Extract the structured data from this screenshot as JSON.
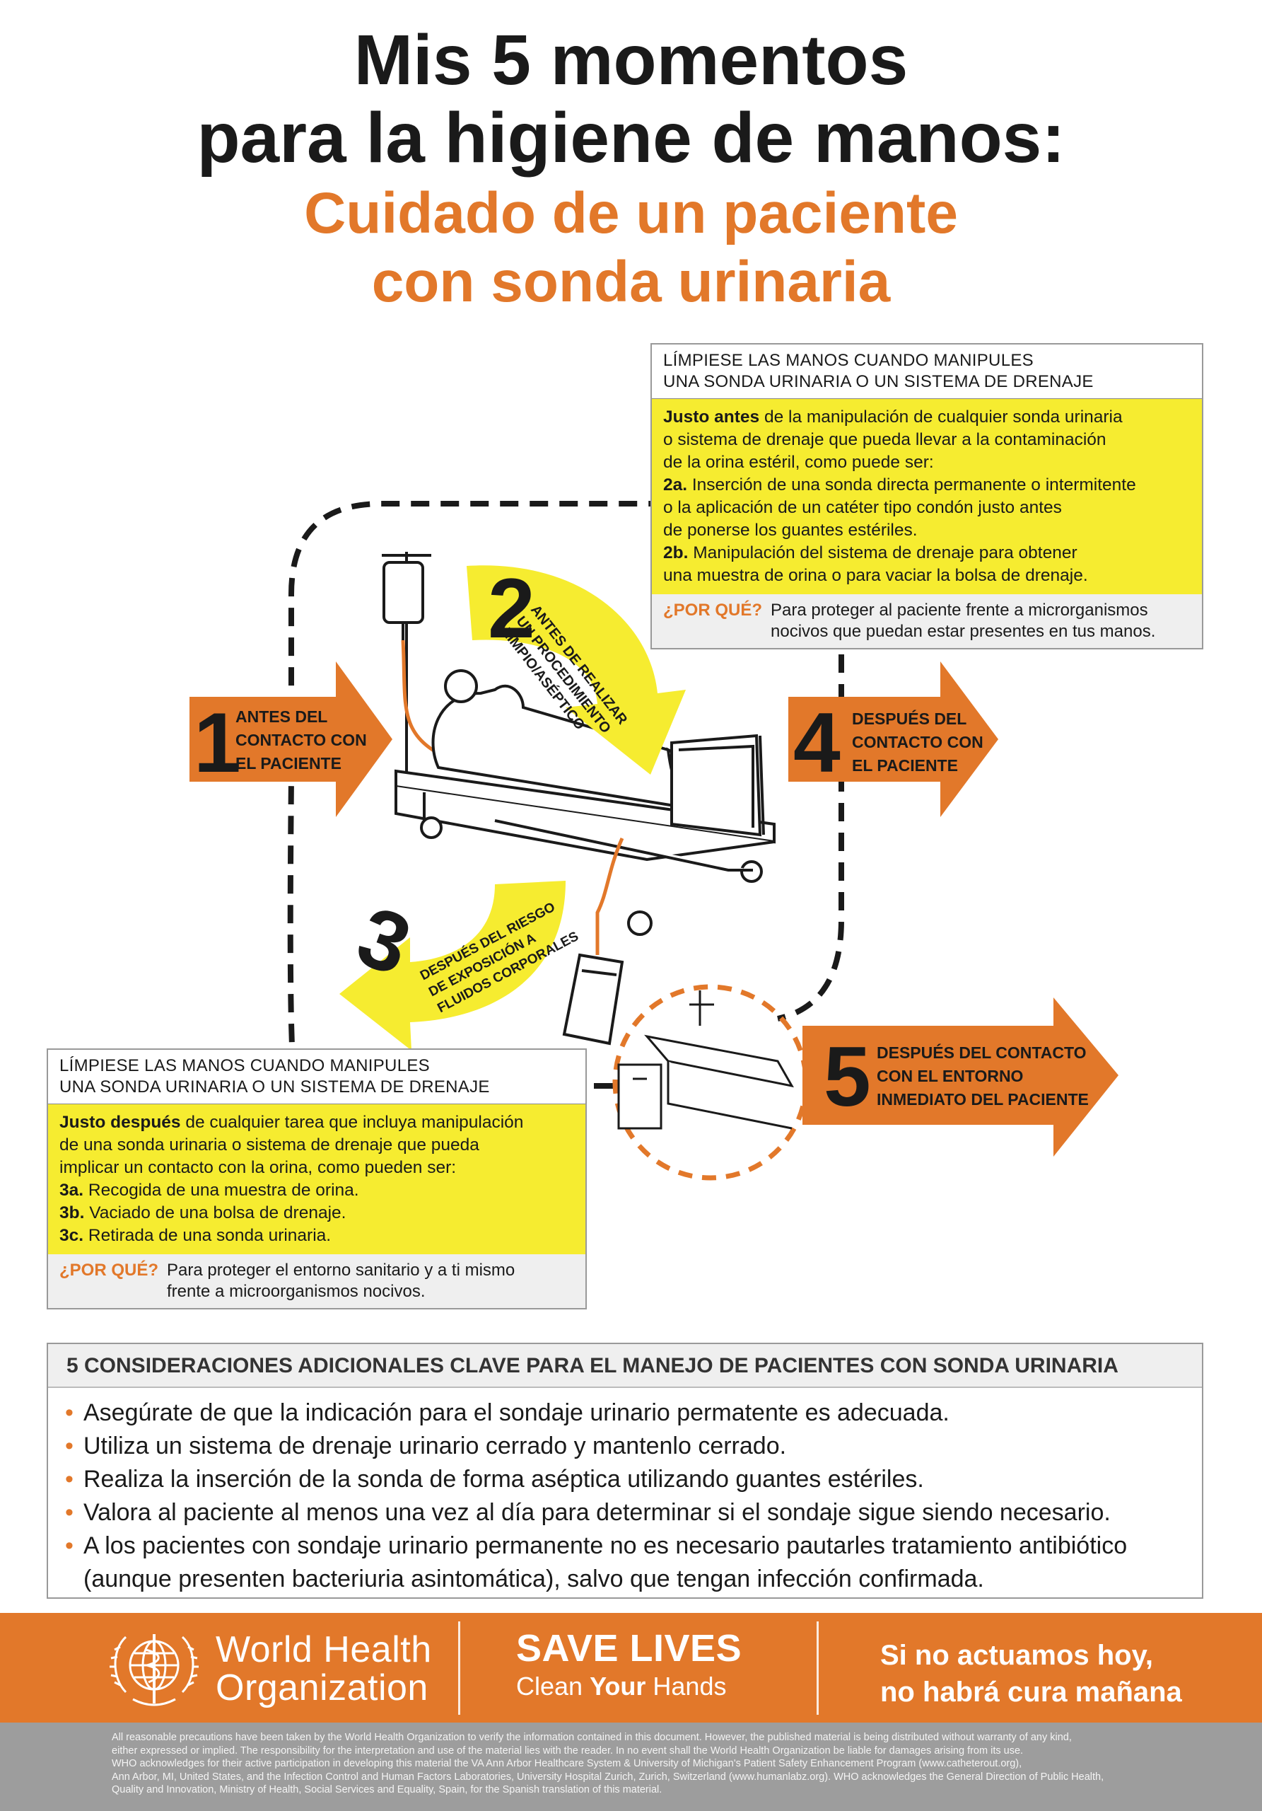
{
  "title": {
    "line1": "Mis 5 momentos",
    "line2": "para la higiene de manos:",
    "line3": "Cuidado de un paciente",
    "line4": "con sonda urinaria"
  },
  "box_top": {
    "header_line1": "LÍMPIESE LAS MANOS CUANDO MANIPULES",
    "header_line2": "UNA SONDA URINARIA O UN SISTEMA DE DRENAJE",
    "intro_bold": "Justo antes",
    "intro_line1": " de la manipulación de cualquier sonda urinaria",
    "intro_line2": "o sistema de drenaje que pueda llevar a la contaminación",
    "intro_line3": "de la orina estéril, como puede ser:",
    "a_label": "2a.",
    "a_line1": " Inserción de una sonda directa permanente o intermitente",
    "a_line2": "o la aplicación de un catéter tipo condón justo antes",
    "a_line3": "de ponerse los guantes estériles.",
    "b_label": "2b.",
    "b_line1": " Manipulación del sistema de drenaje para obtener",
    "b_line2": "una muestra de orina o para vaciar la bolsa de drenaje.",
    "why_label": "¿POR QUÉ?",
    "why_line1": "Para proteger al paciente frente a microrganismos",
    "why_line2": "nocivos que puedan estar presentes en tus manos."
  },
  "box_bottom": {
    "header_line1": "LÍMPIESE LAS MANOS CUANDO MANIPULES",
    "header_line2": "UNA SONDA URINARIA O UN SISTEMA DE DRENAJE",
    "intro_bold": "Justo después",
    "intro_line1": " de cualquier tarea que incluya manipulación",
    "intro_line2": "de una sonda urinaria o sistema de drenaje que pueda",
    "intro_line3": "implicar un contacto con la orina, como pueden ser:",
    "a_label": "3a.",
    "a_text": " Recogida de una muestra de orina.",
    "b_label": "3b.",
    "b_text": " Vaciado de una bolsa de drenaje.",
    "c_label": "3c.",
    "c_text": " Retirada de una sonda urinaria.",
    "why_label": "¿POR QUÉ?",
    "why_line1": "Para proteger el entorno sanitario y a ti mismo",
    "why_line2": "frente a microorganismos nocivos."
  },
  "moments": {
    "m1": {
      "number": "1",
      "line1": "ANTES DEL",
      "line2": "CONTACTO CON",
      "line3": "EL PACIENTE"
    },
    "m2": {
      "number": "2",
      "line1": "ANTES DE REALIZAR",
      "line2": "UN PROCEDIMIENTO",
      "line3": "LIMPIO/ASÉPTICO"
    },
    "m3": {
      "number": "3",
      "line1": "DESPUÉS DEL RIESGO",
      "line2": "DE EXPOSICIÓN A",
      "line3": "FLUIDOS CORPORALES"
    },
    "m4": {
      "number": "4",
      "line1": "DESPUÉS DEL",
      "line2": "CONTACTO CON",
      "line3": "EL PACIENTE"
    },
    "m5": {
      "number": "5",
      "line1": "DESPUÉS DEL CONTACTO",
      "line2": "CON EL ENTORNO",
      "line3": "INMEDIATO DEL PACIENTE"
    }
  },
  "considerations": {
    "header": "5 CONSIDERACIONES ADICIONALES CLAVE PARA EL MANEJO DE PACIENTES CON SONDA URINARIA",
    "items": [
      "Asegúrate de que la indicación para el sondaje urinario permatente es adecuada.",
      "Utiliza un sistema de drenaje urinario cerrado y mantenlo cerrado.",
      "Realiza la inserción de la sonda de forma aséptica utilizando guantes estériles.",
      "Valora al paciente al menos una vez al día para determinar si el sondaje sigue siendo necesario."
    ],
    "item5_line1": "A los pacientes con sondaje urinario permanente no es necesario pautarles tratamiento antibiótico",
    "item5_line2": "(aunque presenten bacteriuria asintomática), salvo que tengan infección confirmada."
  },
  "footer": {
    "who_line1": "World Health",
    "who_line2": "Organization",
    "save_lives": "SAVE LIVES",
    "clean_pre": "Clean ",
    "clean_bold": "Your",
    "clean_post": " Hands",
    "slogan_line1": "Si no actuamos hoy,",
    "slogan_line2": "no habrá cura mañana"
  },
  "disclaimer": {
    "line1": "All reasonable precautions have been taken by the World Health Organization to verify the information contained in this document. However, the published material is being distributed without warranty of any kind,",
    "line2": "either expressed or implied. The responsibility for the interpretation and use of the material lies with the reader. In no event shall the World Health Organization be liable for damages arising from its use.",
    "line3": "WHO acknowledges for their active participation in developing this material the VA Ann Arbor Healthcare System & University of Michigan's Patient Safety Enhancement Program (www.catheterout.org),",
    "line4": "Ann Arbor, MI, United States, and the Infection Control and Human Factors Laboratories, University Hospital Zurich, Zurich, Switzerland (www.humanlabz.org). WHO acknowledges the General Direction of Public Health,",
    "line5": "Quality and Innovation, Ministry of Health, Social Services and Equality, Spain, for the Spanish translation of this material."
  },
  "colors": {
    "orange": "#e2782a",
    "yellow": "#f6ec30",
    "grey_band": "#9d9d9d"
  }
}
